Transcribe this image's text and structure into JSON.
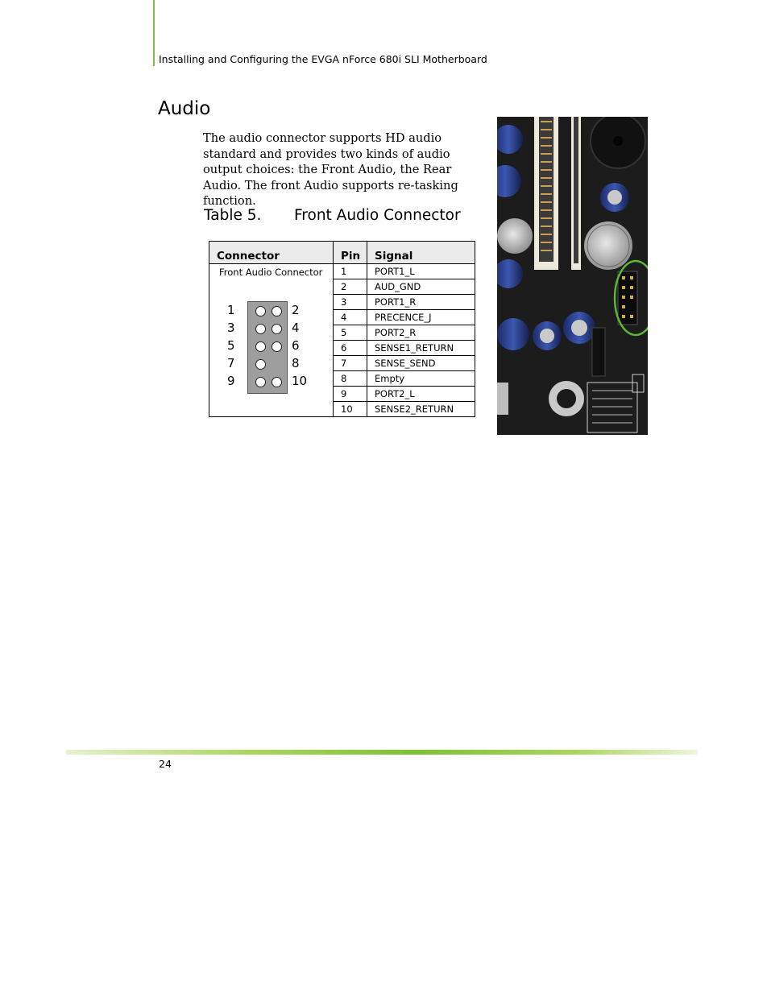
{
  "header": {
    "running_title": "Installing and Configuring the EVGA nForce 680i SLI Motherboard"
  },
  "section": {
    "title": "Audio",
    "paragraph": "The audio connector supports HD audio standard and provides two kinds of audio output choices: the Front Audio, the Rear Audio. The front Audio supports re-tasking function."
  },
  "table": {
    "caption_number": "Table 5.",
    "caption_title": "Front Audio Connector",
    "headers": {
      "connector": "Connector",
      "pin": "Pin",
      "signal": "Signal"
    },
    "connector_name": "Front Audio Connector",
    "rows": [
      {
        "pin": "1",
        "signal": "PORT1_L"
      },
      {
        "pin": "2",
        "signal": "AUD_GND"
      },
      {
        "pin": "3",
        "signal": "PORT1_R"
      },
      {
        "pin": "4",
        "signal": "PRECENCE_J"
      },
      {
        "pin": "5",
        "signal": "PORT2_R"
      },
      {
        "pin": "6",
        "signal": "SENSE1_RETURN"
      },
      {
        "pin": "7",
        "signal": "SENSE_SEND"
      },
      {
        "pin": "8",
        "signal": "Empty"
      },
      {
        "pin": "9",
        "signal": "PORT2_L"
      },
      {
        "pin": "10",
        "signal": "SENSE2_RETURN"
      }
    ],
    "diagram_labels": {
      "l1": "1",
      "r1": "2",
      "l2": "3",
      "r2": "4",
      "l3": "5",
      "r3": "6",
      "l4": "7",
      "r4": "8",
      "l5": "9",
      "r5": "10"
    }
  },
  "figure": {
    "description_icon": "motherboard-photo",
    "highlight_color": "#5cb833"
  },
  "footer": {
    "page_number": "24"
  },
  "colors": {
    "accent_green": "#7ac142"
  }
}
